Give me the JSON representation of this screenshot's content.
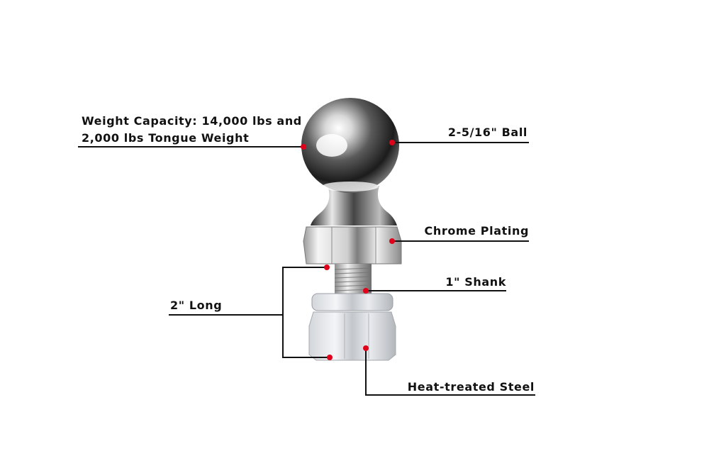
{
  "callouts": {
    "weight_capacity": [
      "Weight Capacity: 14,000 lbs and",
      "2,000 lbs Tongue Weight"
    ],
    "ball": "2-5/16\" Ball",
    "chrome": "Chrome Plating",
    "shank": "1\" Shank",
    "long": "2\" Long",
    "steel": "Heat-treated Steel"
  },
  "colors": {
    "leader_line": "#111111",
    "marker": "#e0001a",
    "chrome_dark": "#1a1a1a",
    "chrome_light": "#f2f2f2",
    "steel": "#c9cdd2"
  }
}
